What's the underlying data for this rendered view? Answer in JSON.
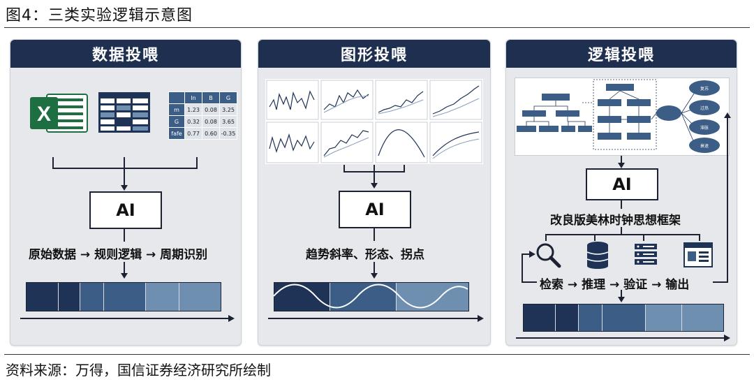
{
  "figure_title": "图4：三类实验逻辑示意图",
  "source_note": "资料来源：万得，国信证券经济研究所绘制",
  "panels": [
    {
      "header": "数据投喂",
      "ai_label": "AI",
      "caption": "原始数据 → 规则逻辑 → 周期识别",
      "table": {
        "header_row": [
          "",
          "In",
          "B",
          "G"
        ],
        "rows": [
          [
            "m",
            "1.23",
            "0.08",
            "3.25"
          ],
          [
            "G",
            "0.32",
            "0.08",
            "3.65"
          ],
          [
            "fafe",
            "0.77",
            "0.60",
            "-0.35"
          ]
        ]
      }
    },
    {
      "header": "图形投喂",
      "ai_label": "AI",
      "caption": "趋势斜率、形态、拐点"
    },
    {
      "header": "逻辑投喂",
      "ai_label": "AI",
      "subtitle": "改良版美林时钟思想框架",
      "caption": "检索 → 推理 → 验证 → 输出",
      "ovals": [
        "复苏",
        "过热",
        "滞胀",
        "衰退"
      ]
    }
  ],
  "colors": {
    "header_bg": "#1f2f50",
    "panel_bg": "#e6e8ec",
    "dark_navy": "#1e3356",
    "mid_blue": "#3b5d86",
    "light_blue": "#6f8fb0"
  },
  "icons": [
    "excel-icon",
    "grid-table-icon",
    "search-icon",
    "database-icon",
    "server-icon",
    "browser-window-icon"
  ]
}
